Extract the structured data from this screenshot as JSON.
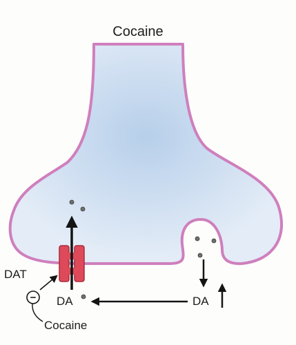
{
  "title": "Cocaine",
  "labels": {
    "transporter": "DAT",
    "dopamine_reuptake": "DA",
    "dopamine_release": "DA",
    "inhibition_sign": "−",
    "drug": "Cocaine"
  },
  "colors": {
    "membrane": "#cf7fbd",
    "terminal_fill": "#dfe9f6",
    "terminal_glow": "#b7cfea",
    "transporter": "#de4a5a",
    "vesicle_outline": "#c989bd",
    "arrow": "#141414",
    "text": "#1c1c1c"
  }
}
